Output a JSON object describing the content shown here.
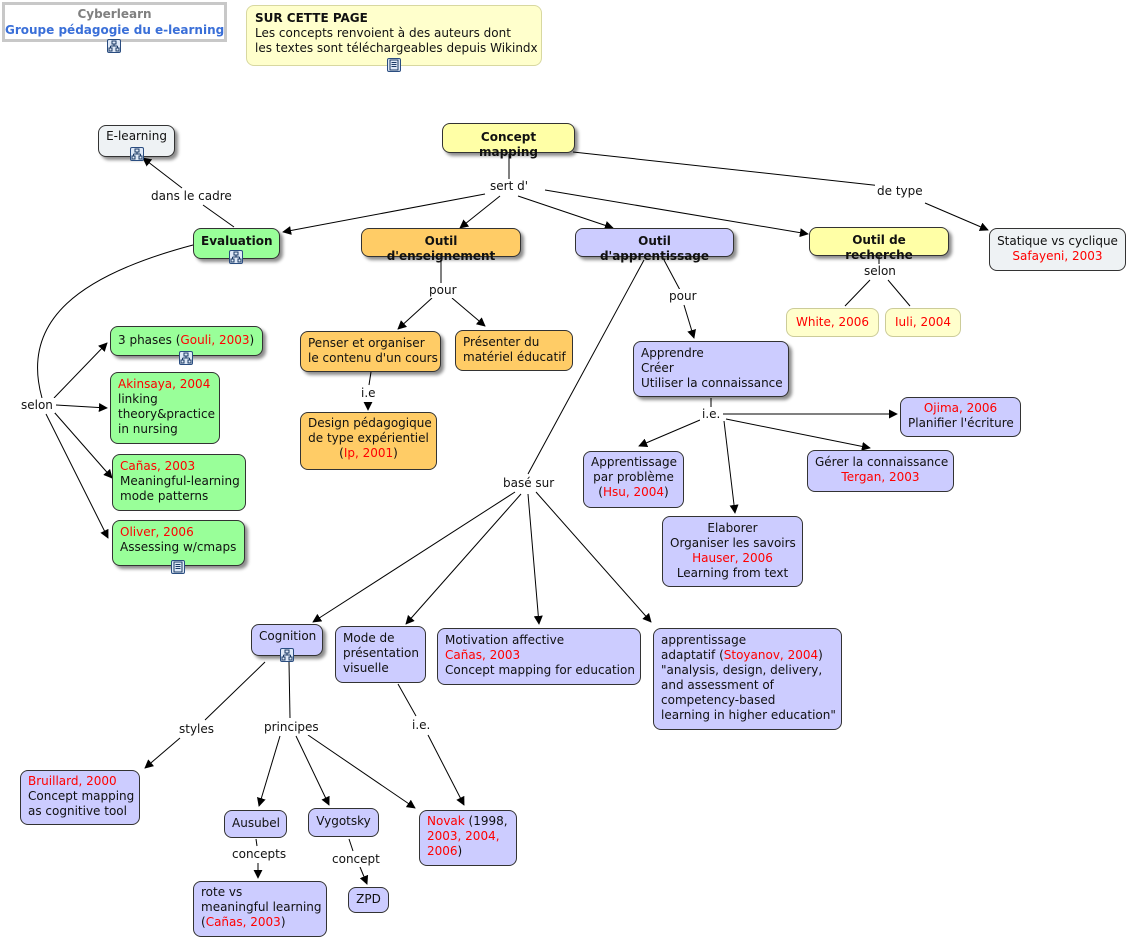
{
  "header": {
    "org": "Cyberlearn",
    "group": "Groupe pédagogie du e-learning"
  },
  "info": {
    "title": "SUR CETTE PAGE",
    "line1": "Les concepts renvoient à des auteurs dont",
    "line2": "les textes sont téléchargeables depuis Wikindx"
  },
  "nodes": {
    "concept_mapping": "Concept mapping",
    "elearning": "E-learning",
    "evaluation": "Evaluation",
    "outil_enseignement": "Outil d'enseignement",
    "outil_apprentissage": "Outil d'apprentissage",
    "outil_recherche": "Outil de recherche",
    "statique": {
      "line1": "Statique vs cyclique",
      "ref": "Safayeni, 2003"
    },
    "white": "White, 2006",
    "iuli": "Iuli, 2004",
    "trois_phases": {
      "pre": "3 phases (",
      "ref": "Gouli, 2003",
      "post": ")"
    },
    "akinsaya": {
      "ref": "Akinsaya, 2004",
      "l2": "linking",
      "l3": "theory&practice",
      "l4": "in nursing"
    },
    "canas_eval": {
      "ref": "Cañas, 2003",
      "l2": "Meaningful-learning",
      "l3": "mode patterns"
    },
    "oliver": {
      "ref": "Oliver, 2006",
      "l2": "Assessing w/cmaps"
    },
    "penser": {
      "l1": "Penser et organiser",
      "l2": "le contenu d'un cours"
    },
    "presenter": {
      "l1": "Présenter du",
      "l2": "matériel éducatif"
    },
    "design": {
      "l1": "Design pédagogique",
      "l2": "de type expérientiel",
      "pre": "(",
      "ref": "Ip, 2001",
      "post": ")"
    },
    "apprendre": {
      "l1": "Apprendre",
      "l2": "Créer",
      "l3": "Utiliser la connaissance"
    },
    "ojima": {
      "ref": "Ojima, 2006",
      "l2": "Planifier l'écriture"
    },
    "app_probleme": {
      "l1": "Apprentissage",
      "l2": "par problème",
      "pre": "(",
      "ref": "Hsu, 2004",
      "post": ")"
    },
    "gerer": {
      "l1": "Gérer la connaissance",
      "ref": "Tergan, 2003"
    },
    "elaborer": {
      "l1": "Elaborer",
      "l2": "Organiser les savoirs",
      "ref": "Hauser, 2006",
      "l4": "Learning from text"
    },
    "cognition": "Cognition",
    "mode": {
      "l1": "Mode de",
      "l2": "présentation",
      "l3": "visuelle"
    },
    "motivation": {
      "l1": "Motivation affective",
      "ref": "Cañas, 2003",
      "l3": "Concept mapping for education"
    },
    "adaptatif": {
      "l1": "apprentissage",
      "pre": "adaptatif (",
      "ref": "Stoyanov, 2004",
      "post": ")",
      "l3": "\"analysis, design, delivery,",
      "l4": "and assessment of",
      "l5": "competency-based",
      "l6": "learning in higher education\""
    },
    "bruillard": {
      "ref": "Bruillard, 2000",
      "l2": "Concept mapping",
      "l3": "as cognitive tool"
    },
    "ausubel": "Ausubel",
    "vygotsky": "Vygotsky",
    "novak": {
      "ref": "Novak",
      "l1post": " (1998,",
      "ref2": "2003, 2004,",
      "ref3": "2006",
      "post": ")"
    },
    "rote": {
      "l1": "rote vs",
      "l2": "meaningful learning",
      "pre": "(",
      "ref": "Cañas, 2003",
      "post": ")"
    },
    "zpd": "ZPD"
  },
  "links": {
    "sert": "sert d'",
    "de_type": "de type",
    "dans_le_cadre": "dans le cadre",
    "selon_left": "selon",
    "pour_ens": "pour",
    "ie_ens": "i.e",
    "pour_app": "pour",
    "ie_app": "i.e.",
    "selon_rech": "selon",
    "base_sur": "basé sur",
    "styles": "styles",
    "principes": "principes",
    "ie_mode": "i.e.",
    "concepts": "concepts",
    "concept": "concept"
  },
  "icons": [
    "sitemap-icon",
    "document-icon"
  ],
  "colors": {
    "accent_red": "#ff0000",
    "header_blue": "#3a6fd8",
    "yellow": "#ffffa6",
    "orange": "#ffcc66",
    "lavender": "#ccccff",
    "green": "#99ff99"
  }
}
